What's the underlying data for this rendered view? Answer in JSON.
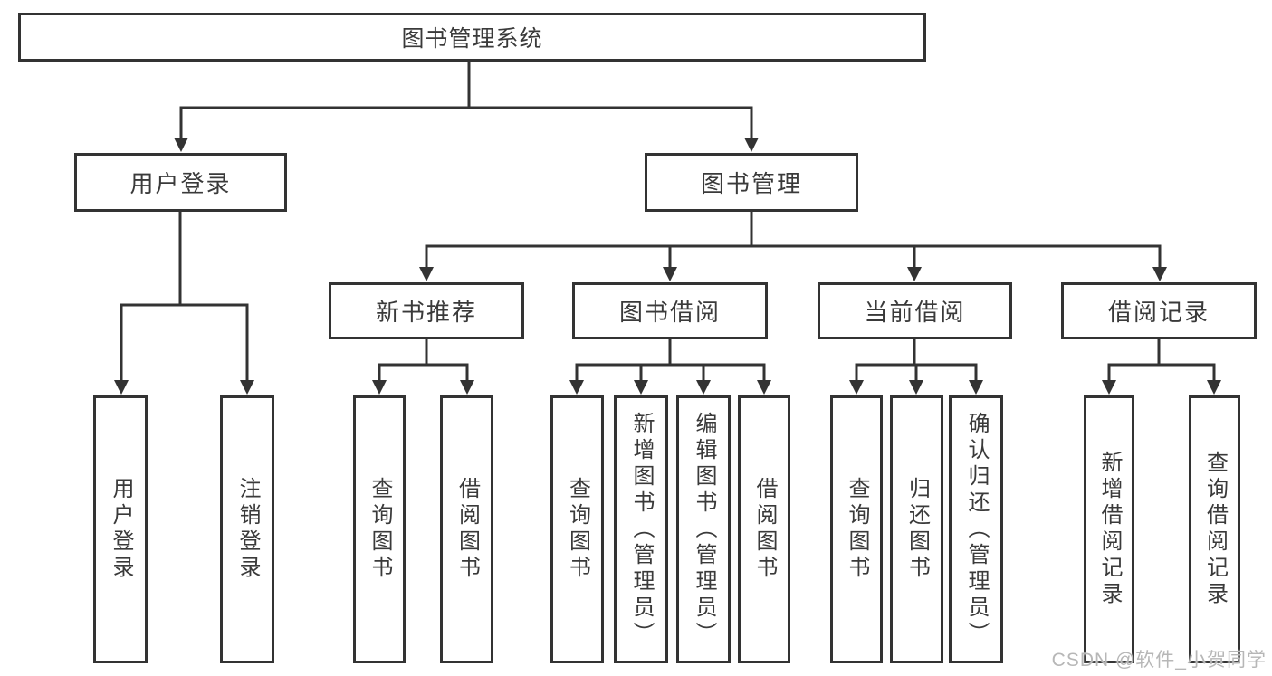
{
  "diagram": {
    "root": {
      "label": "图书管理系统"
    },
    "branches": [
      {
        "label": "用户登录",
        "children": [
          {
            "label": "用户登录"
          },
          {
            "label": "注销登录"
          }
        ]
      },
      {
        "label": "图书管理",
        "modules": [
          {
            "label": "新书推荐",
            "children": [
              {
                "label": "查询图书"
              },
              {
                "label": "借阅图书"
              }
            ]
          },
          {
            "label": "图书借阅",
            "children": [
              {
                "label": "查询图书"
              },
              {
                "label": "新增图书（管理员）"
              },
              {
                "label": "编辑图书（管理员）"
              },
              {
                "label": "借阅图书"
              }
            ]
          },
          {
            "label": "当前借阅",
            "children": [
              {
                "label": "查询图书"
              },
              {
                "label": "归还图书"
              },
              {
                "label": "确认归还（管理员）"
              }
            ]
          },
          {
            "label": "借阅记录",
            "children": [
              {
                "label": "新增借阅记录"
              },
              {
                "label": "查询借阅记录"
              }
            ]
          }
        ]
      }
    ]
  },
  "watermark": {
    "text": "CSDN @软件_小贺同学"
  },
  "colors": {
    "line": "#333333",
    "box_border": "#333333",
    "text": "#3a3a3a",
    "watermark": "#b7b7b7",
    "background": "#ffffff"
  }
}
